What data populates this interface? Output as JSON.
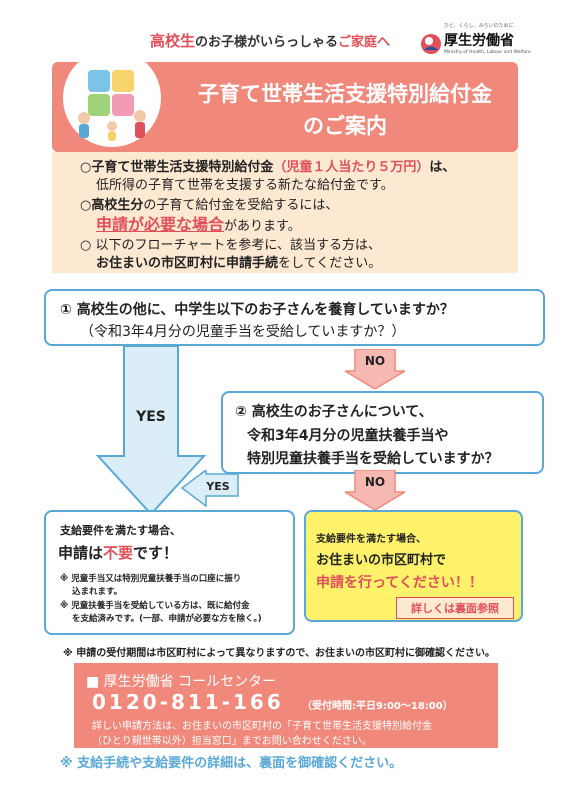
{
  "top": {
    "target_highlight": "高校生",
    "target_rest": "のお子様がいらっしゃる",
    "target_tail": "ご家庭へ"
  },
  "logo": {
    "tagline": "ひと、くらし、みらいのために",
    "name": "厚生労働省",
    "english": "Ministry of Health, Labour and Welfare"
  },
  "header": {
    "title_line1": "子育て世帯生活支援特別給付金",
    "title_line2": "のご案内"
  },
  "intro": {
    "l1_bullet": "○",
    "l1_name": "子育て世帯生活支援特別給付金",
    "l1_amount": "（児童１人当たり５万円）",
    "l1_rest": "は、",
    "l2": "低所得の子育て世帯を支援する新たな給付金です。",
    "l3_bullet": "○",
    "l3_bold": "高校生分",
    "l3_rest": "の子育て給付金を受給するには、",
    "l4_big": "申請が必要な場合",
    "l4_rest": "があります。",
    "l5": "○ 以下のフローチャートを参考に、該当する方は、",
    "l6_bold": "お住まいの市区町村に申請手続",
    "l6_rest": "をしてください。"
  },
  "q1": {
    "line1": "①  高校生の他に、中学生以下のお子さんを養育していますか？",
    "line2": "（令和3年4月分の児童手当を受給していますか？）"
  },
  "q2": {
    "line1": "②  高校生のお子さんについて、",
    "line2": "令和3年4月分の児童扶養手当や",
    "line3": "特別児童扶養手当を受給していますか？"
  },
  "arrows": {
    "yes": "YES",
    "yes2": "YES",
    "no1": "NO",
    "no2": "NO"
  },
  "result_left": {
    "line1": "支給要件を満たす場合、",
    "line2_a": "申請は",
    "line2_b": "不要",
    "line2_c": "です！",
    "note1a": "※  児童手当又は特別児童扶養手当の口座に振り",
    "note1b": "込まれます。",
    "note2a": "※  児童扶養手当を受給している方は、既に給付金",
    "note2b": "を支給済みです。(一部、申請が必要な方を除く。)"
  },
  "result_right": {
    "line1": "支給要件を満たす場合、",
    "line2": "お住まいの市区町村で",
    "line3": "申請を行ってください！！",
    "detail": "詳しくは裏面参照"
  },
  "note": "※  申請の受付期間は市区町村によって異なりますので、お住まいの市区町村に御確認ください。",
  "call_center": {
    "title": "■ 厚生労働省 コールセンター",
    "phone": "0120-811-166",
    "hours": "（受付時間:平日9:00～18:00）",
    "desc1": "詳しい申請方法は、お住まいの市区町村の「子育て世帯生活支援特別給付金",
    "desc2": "（ひとり親世帯以外）担当窓口」までお問い合わせください。"
  },
  "footer": "※  支給手続や支給要件の詳細は、裏面を御確認ください。",
  "colors": {
    "salmon": "#f0897c",
    "cream": "#fde8d2",
    "blue": "#5aa8d6",
    "red": "#e0505a",
    "yellow": "#fff26b"
  }
}
